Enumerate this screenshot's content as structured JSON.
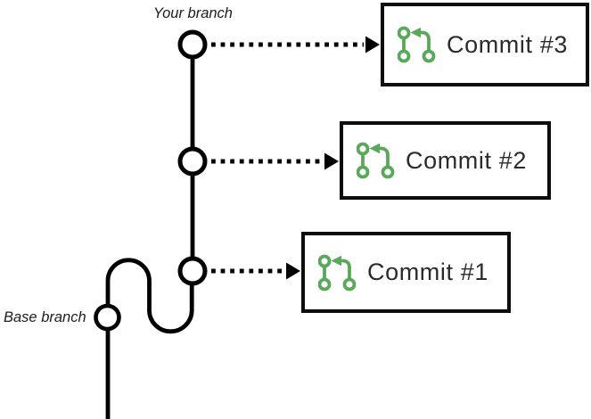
{
  "diagram": {
    "your_branch_label": "Your branch",
    "base_branch_label": "Base branch",
    "commit_cards": [
      {
        "label": "Commit #3",
        "icon": "git-pull-request-icon"
      },
      {
        "label": "Commit #2",
        "icon": "git-pull-request-icon"
      },
      {
        "label": "Commit #1",
        "icon": "git-pull-request-icon"
      }
    ],
    "colors": {
      "branch_line": "#000000",
      "card_border": "#0d0d0d",
      "commit_text": "#2b2b2b",
      "icon_green": "#5aa85a"
    }
  }
}
